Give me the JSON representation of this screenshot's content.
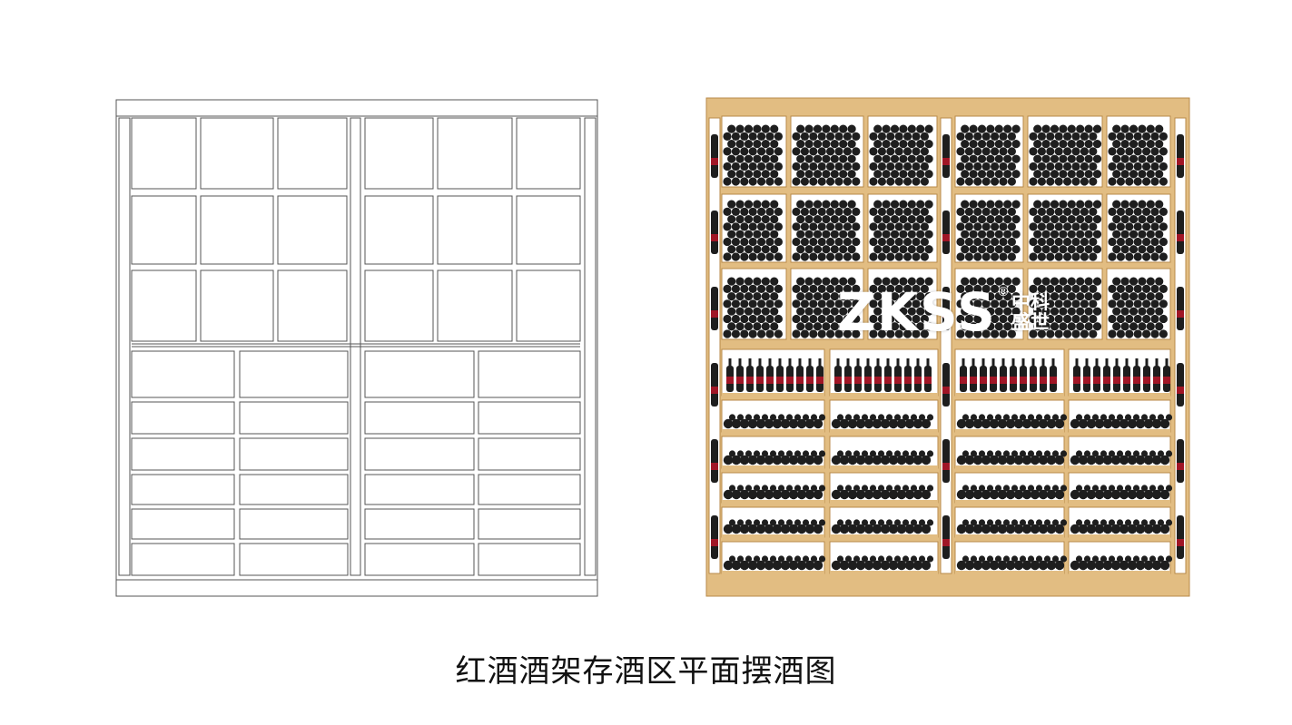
{
  "caption": "红酒酒架存酒区平面摆酒图",
  "logo": {
    "text": "ZKSS",
    "mark": "®",
    "chinese_line1": "中科",
    "chinese_line2": "盛世"
  },
  "colors": {
    "outline": "#555555",
    "wood": "#e2bd82",
    "wood_dark": "#b88a4a",
    "backing": "#ffffff",
    "bottle": "#1e1e1e",
    "bottle_label": "#a01626"
  }
}
